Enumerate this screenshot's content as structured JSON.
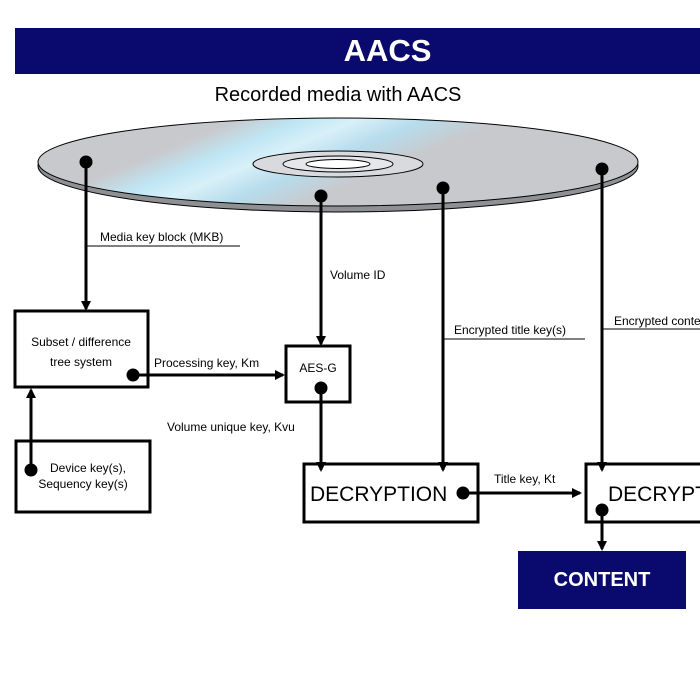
{
  "title": "AACS",
  "subtitle": "Recorded media with AACS",
  "colors": {
    "banner": "#0a0a6e",
    "disc_gray": "#c8c9cc",
    "disc_highlight": "#bfe6f5"
  },
  "labels": {
    "media_key_block": "Media key block (MKB)",
    "volume_id": "Volume ID",
    "encrypted_title_keys": "Encrypted title key(s)",
    "encrypted_content": "Encrypted conte",
    "processing_key": "Processing key, Km",
    "volume_unique_key": "Volume unique key, Kvu",
    "title_key": "Title key, Kt"
  },
  "boxes": {
    "subset_difference_line1": "Subset / difference",
    "subset_difference_line2": "tree system",
    "aes_g": "AES-G",
    "device_keys_line1": "Device key(s),",
    "device_keys_line2": "Sequency key(s)",
    "decryption_1": "DECRYPTION",
    "decryption_2": "DECRYPT",
    "content": "CONTENT"
  }
}
